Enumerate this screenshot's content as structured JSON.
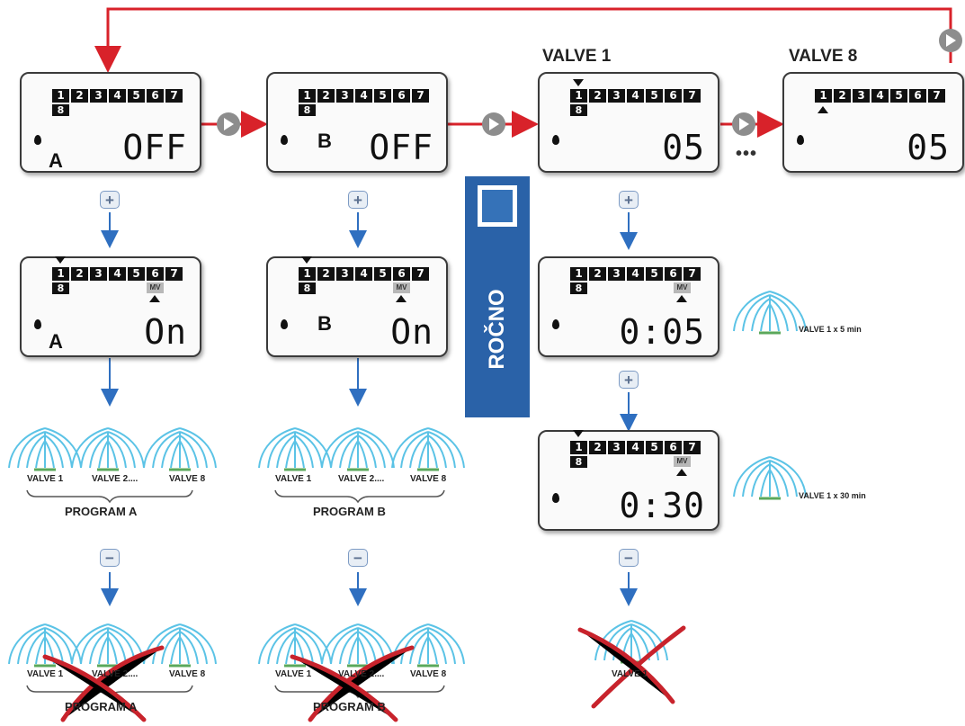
{
  "colors": {
    "loop": "#d8222a",
    "flow": "#2f6fc0",
    "banner": "#2a62a8",
    "cross": "#c8232c",
    "spray": "#5bc3e6",
    "grass": "#5ba85b"
  },
  "digits": [
    "1",
    "2",
    "3",
    "4",
    "5",
    "6",
    "7"
  ],
  "digit8": "8",
  "mv_tag": "MV",
  "headers": {
    "valve1": "VALVE 1",
    "valve8": "VALVE 8"
  },
  "screens": {
    "a_off": {
      "program": "A",
      "value": "OFF"
    },
    "b_off": {
      "program": "B",
      "value": "OFF"
    },
    "v1": {
      "value": "05"
    },
    "v8": {
      "value": "05"
    },
    "a_on": {
      "program": "A",
      "value": "On"
    },
    "b_on": {
      "program": "B",
      "value": "On"
    },
    "v1_5": {
      "value": "0:05"
    },
    "v1_30": {
      "value": "0:30"
    }
  },
  "dots": "•••",
  "manual": {
    "label": "ROČNO",
    "icon": "hand-icon"
  },
  "buttons": {
    "plus": "+",
    "minus": "−"
  },
  "groupA": {
    "valves": [
      "VALVE 1",
      "VALVE 2....",
      "VALVE 8"
    ],
    "program": "PROGRAM   A"
  },
  "groupB": {
    "valves": [
      "VALVE 1",
      "VALVE 2....",
      "VALVE 8"
    ],
    "program": "PROGRAM   B"
  },
  "groupA_off": {
    "valves": [
      "VALVE 1",
      "VALVE 2....",
      "VALVE 8"
    ],
    "program": "PROGRAM   A"
  },
  "groupB_off": {
    "valves": [
      "VALVE 1",
      "VALVE 2....",
      "VALVE 8"
    ],
    "program": "PROGRAM   B"
  },
  "valve_off_label": "VALVE 1",
  "side_labels": {
    "five": "VALVE 1  x 5 min",
    "thirty": "VALVE 1  x 30 min"
  }
}
